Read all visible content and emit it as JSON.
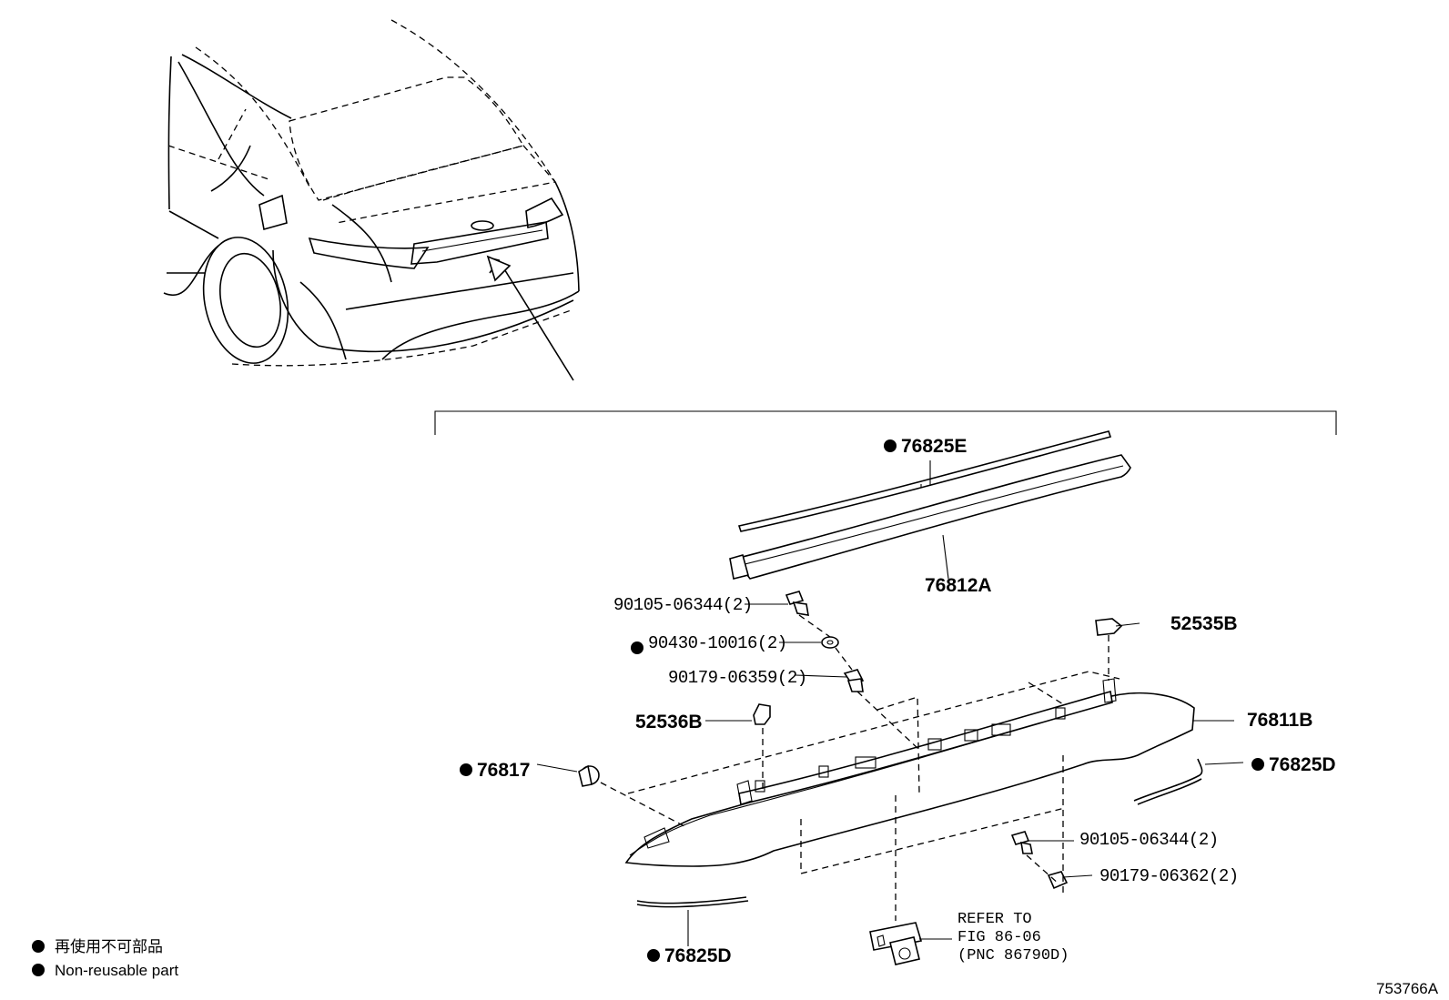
{
  "labels": {
    "p76825E": "76825E",
    "p76812A": "76812A",
    "p90105_top": "90105-06344(2)",
    "p90430": "90430-10016(2)",
    "p90179_59": "90179-06359(2)",
    "p52535B": "52535B",
    "p52536B": "52536B",
    "p76811B": "76811B",
    "p76817": "76817",
    "p76825D_right": "76825D",
    "p90105_bottom": "90105-06344(2)",
    "p90179_62": "90179-06362(2)",
    "p76825D_left": "76825D"
  },
  "reference": {
    "line1": "REFER TO",
    "line2": "FIG 86-06",
    "line3": "(PNC 86790D)"
  },
  "legend": {
    "jp": "再使用不可部品",
    "en": "Non-reusable part"
  },
  "figure_id": "753766A"
}
